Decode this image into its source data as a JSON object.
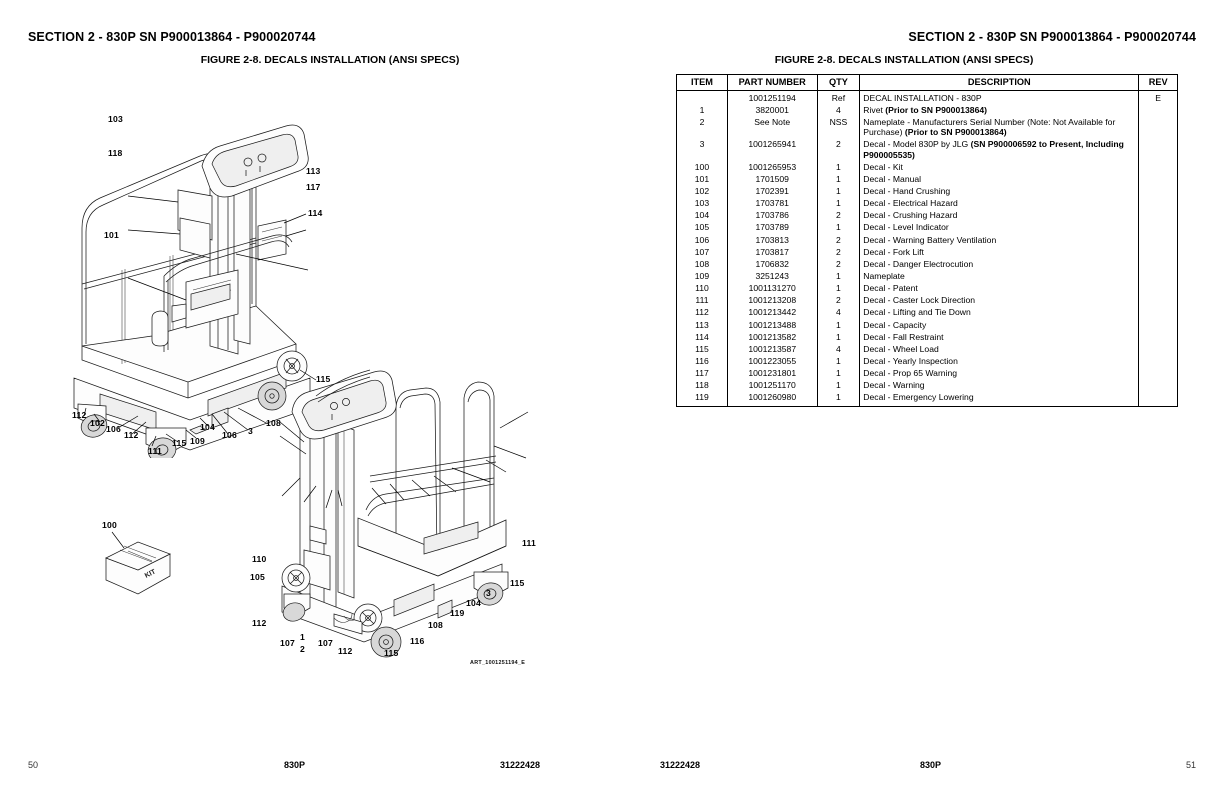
{
  "left_page": {
    "section_title": "SECTION 2 - 830P SN P900013864 - P900020744",
    "figure_title": "FIGURE 2-8. DECALS INSTALLATION (ANSI SPECS)",
    "art_code": "ART_1001251194_E",
    "kit_box_label": "KIT",
    "footer": {
      "page_number": "50",
      "model": "830P",
      "document_number": "31222428"
    },
    "callouts_upper": [
      {
        "label": "103"
      },
      {
        "label": "118"
      },
      {
        "label": "113"
      },
      {
        "label": "117"
      },
      {
        "label": "114"
      },
      {
        "label": "101"
      },
      {
        "label": "115"
      },
      {
        "label": "108"
      },
      {
        "label": "3"
      },
      {
        "label": "106"
      },
      {
        "label": "104"
      },
      {
        "label": "109"
      },
      {
        "label": "115"
      },
      {
        "label": "111"
      },
      {
        "label": "112"
      },
      {
        "label": "106"
      },
      {
        "label": "102"
      },
      {
        "label": "112"
      }
    ],
    "callouts_lower": [
      {
        "label": "100"
      },
      {
        "label": "110"
      },
      {
        "label": "105"
      },
      {
        "label": "112"
      },
      {
        "label": "107"
      },
      {
        "label": "1"
      },
      {
        "label": "2"
      },
      {
        "label": "107"
      },
      {
        "label": "112"
      },
      {
        "label": "115"
      },
      {
        "label": "116"
      },
      {
        "label": "108"
      },
      {
        "label": "119"
      },
      {
        "label": "104"
      },
      {
        "label": "3"
      },
      {
        "label": "115"
      },
      {
        "label": "111"
      }
    ]
  },
  "right_page": {
    "section_title": "SECTION 2 - 830P SN P900013864 - P900020744",
    "figure_title": "FIGURE 2-8. DECALS INSTALLATION (ANSI SPECS)",
    "footer": {
      "page_number": "51",
      "model": "830P",
      "document_number": "31222428"
    },
    "table": {
      "columns": [
        "ITEM",
        "PART NUMBER",
        "QTY",
        "DESCRIPTION",
        "REV"
      ],
      "rows": [
        {
          "item": "",
          "part": "1001251194",
          "qty": "Ref",
          "desc": "DECAL INSTALLATION - 830P",
          "desc_bold": "",
          "indent": 0,
          "rev": "E"
        },
        {
          "item": "1",
          "part": "3820001",
          "qty": "4",
          "desc": "Rivet ",
          "desc_bold": "(Prior to SN P900013864)",
          "indent": 1,
          "rev": ""
        },
        {
          "item": "2",
          "part": "See Note",
          "qty": "NSS",
          "desc": "Nameplate - Manufacturers Serial Number (Note: Not Available for Purchase) ",
          "desc_bold": "(Prior to SN P900013864)",
          "indent": 1,
          "rev": ""
        },
        {
          "item": "3",
          "part": "1001265941",
          "qty": "2",
          "desc": "Decal - Model 830P by JLG ",
          "desc_bold": "(SN P900006592 to Present, Including P900005535)",
          "indent": 1,
          "rev": ""
        },
        {
          "item": "100",
          "part": "1001265953",
          "qty": "1",
          "desc": "Decal - Kit",
          "desc_bold": "",
          "indent": 1,
          "rev": ""
        },
        {
          "item": "101",
          "part": "1701509",
          "qty": "1",
          "desc": "Decal - Manual",
          "desc_bold": "",
          "indent": 2,
          "rev": ""
        },
        {
          "item": "102",
          "part": "1702391",
          "qty": "1",
          "desc": "Decal - Hand Crushing",
          "desc_bold": "",
          "indent": 2,
          "rev": ""
        },
        {
          "item": "103",
          "part": "1703781",
          "qty": "1",
          "desc": "Decal - Electrical Hazard",
          "desc_bold": "",
          "indent": 2,
          "rev": ""
        },
        {
          "item": "104",
          "part": "1703786",
          "qty": "2",
          "desc": "Decal - Crushing Hazard",
          "desc_bold": "",
          "indent": 2,
          "rev": ""
        },
        {
          "item": "105",
          "part": "1703789",
          "qty": "1",
          "desc": "Decal - Level Indicator",
          "desc_bold": "",
          "indent": 2,
          "rev": ""
        },
        {
          "item": "106",
          "part": "1703813",
          "qty": "2",
          "desc": "Decal - Warning Battery Ventilation",
          "desc_bold": "",
          "indent": 2,
          "rev": ""
        },
        {
          "item": "107",
          "part": "1703817",
          "qty": "2",
          "desc": "Decal - Fork Lift",
          "desc_bold": "",
          "indent": 2,
          "rev": ""
        },
        {
          "item": "108",
          "part": "1706832",
          "qty": "2",
          "desc": "Decal - Danger Electrocution",
          "desc_bold": "",
          "indent": 2,
          "rev": ""
        },
        {
          "item": "109",
          "part": "3251243",
          "qty": "1",
          "desc": "Nameplate",
          "desc_bold": "",
          "indent": 2,
          "rev": ""
        },
        {
          "item": "110",
          "part": "1001131270",
          "qty": "1",
          "desc": "Decal - Patent",
          "desc_bold": "",
          "indent": 2,
          "rev": ""
        },
        {
          "item": "111",
          "part": "1001213208",
          "qty": "2",
          "desc": "Decal - Caster Lock Direction",
          "desc_bold": "",
          "indent": 2,
          "rev": ""
        },
        {
          "item": "112",
          "part": "1001213442",
          "qty": "4",
          "desc": "Decal - Lifting and Tie Down",
          "desc_bold": "",
          "indent": 2,
          "rev": ""
        },
        {
          "item": "113",
          "part": "1001213488",
          "qty": "1",
          "desc": "Decal - Capacity",
          "desc_bold": "",
          "indent": 2,
          "rev": ""
        },
        {
          "item": "114",
          "part": "1001213582",
          "qty": "1",
          "desc": "Decal - Fall Restraint",
          "desc_bold": "",
          "indent": 2,
          "rev": ""
        },
        {
          "item": "115",
          "part": "1001213587",
          "qty": "4",
          "desc": "Decal - Wheel Load",
          "desc_bold": "",
          "indent": 2,
          "rev": ""
        },
        {
          "item": "116",
          "part": "1001223055",
          "qty": "1",
          "desc": "Decal - Yearly Inspection",
          "desc_bold": "",
          "indent": 2,
          "rev": ""
        },
        {
          "item": "117",
          "part": "1001231801",
          "qty": "1",
          "desc": "Decal - Prop 65 Warning",
          "desc_bold": "",
          "indent": 2,
          "rev": ""
        },
        {
          "item": "118",
          "part": "1001251170",
          "qty": "1",
          "desc": "Decal - Warning",
          "desc_bold": "",
          "indent": 2,
          "rev": ""
        },
        {
          "item": "119",
          "part": "1001260980",
          "qty": "1",
          "desc": "Decal - Emergency Lowering",
          "desc_bold": "",
          "indent": 2,
          "rev": ""
        }
      ]
    }
  }
}
